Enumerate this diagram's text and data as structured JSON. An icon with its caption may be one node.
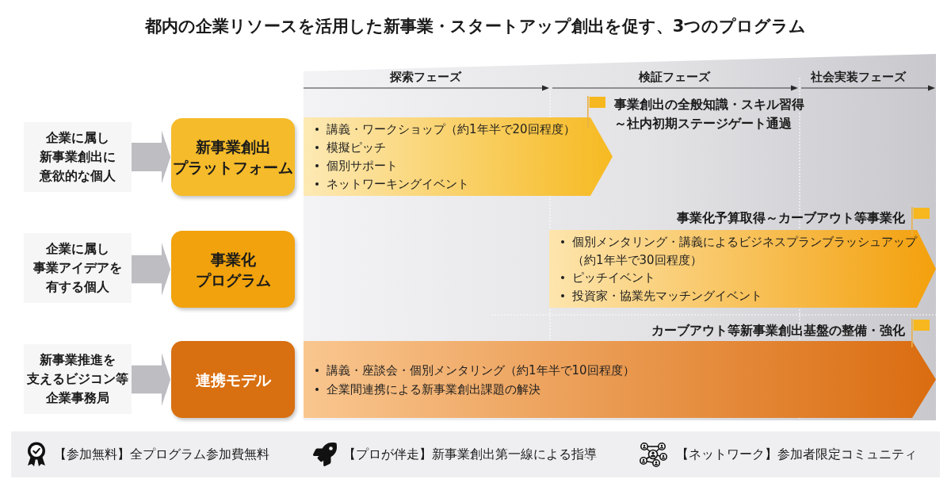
{
  "diagram": {
    "title": "都内の企業リソースを活用した新事業・スタートアップ創出を促す、3つのプログラム",
    "nodes": [
      {
        "text": [
          "企業に属し新事業創出に意欲的な個人"
        ]
      },
      {
        "text": [
          "新事業創出プラットフォーム"
        ]
      },
      {
        "text": [
          "講義・ワークショップ（約1年半で20回程度）",
          "模擬ピッチ",
          "個別サポート",
          "ネットワーキングイベント"
        ],
        "beside": [
          "事業創出の全般知識・スキル習得～社内初期ステージゲート通過"
        ]
      },
      {
        "text": [
          "企業に属し事業アイデアを有する個人"
        ]
      },
      {
        "text": [
          "事業化プログラム"
        ]
      },
      {
        "text": [
          "個別メンタリング・講義によるビジネスプランブラッシュアップ（約1年半で30回程度）",
          "ピッチイベント",
          "投資家・協業先マッチングイベント"
        ],
        "beside": [
          "事業化予算取得～カーブアウト等事業化"
        ]
      },
      {
        "text": [
          "新事業推進を支えるビジコン等企業事務局"
        ]
      },
      {
        "text": [
          "連携モデル"
        ]
      },
      {
        "text": [
          "講義・座談会・個別メンタリング（約1年半で10回程度）",
          "企業間連携による新事業創出課題の解決"
        ],
        "beside": [
          "カーブアウト等新事業創出基盤の整備・強化"
        ]
      }
    ],
    "edges": [
      {
        "from": 0,
        "to": 1,
        "arrow": "to"
      },
      {
        "from": 3,
        "to": 4,
        "arrow": "to"
      },
      {
        "from": 6,
        "to": 7,
        "arrow": "to"
      }
    ],
    "labels": [
      "探索フェーズ",
      "検証フェーズ",
      "社会実装フェーズ",
      "【参加無料】全プログラム参加費無料",
      "【プロが伴走】新事業創出第一線による指導",
      "【ネットワーク】参加者限定コミュニティ"
    ]
  }
}
